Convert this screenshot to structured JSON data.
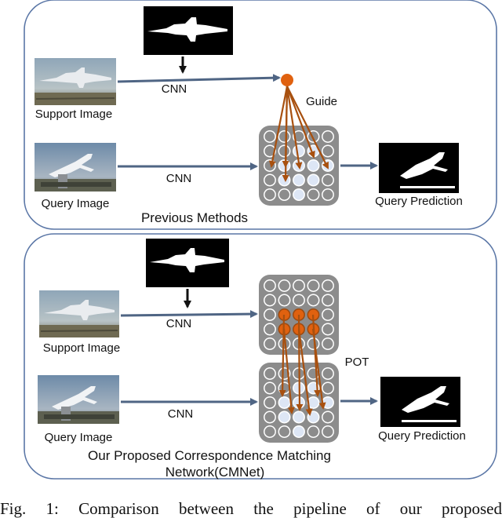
{
  "panel_top": {
    "support_label": "Support Image",
    "query_label": "Query Image",
    "cnn_label_support": "CNN",
    "cnn_label_query": "CNN",
    "guide_label": "Guide",
    "prediction_label": "Query Prediction",
    "title": "Previous Methods"
  },
  "panel_bottom": {
    "support_label": "Support Image",
    "query_label": "Query Image",
    "cnn_label_support": "CNN",
    "cnn_label_query": "CNN",
    "pot_label": "POT",
    "prediction_label": "Query Prediction",
    "title_line1": "Our Proposed  Correspondence Matching",
    "title_line2": "Network(CMNet)"
  },
  "caption": "Fig. 1: Comparison between the pipeline of our proposed",
  "colors": {
    "panel_border": "#5a76a6",
    "arrow": "#4f6584",
    "feature_grid": "#8c8c8c",
    "node_outline": "#ffffff",
    "node_fill_active": "#dde6f5",
    "guide_node": "#e0610f",
    "guide_arrow": "#a8500f",
    "mask_bg": "#000000",
    "mask_fg": "#ffffff"
  }
}
